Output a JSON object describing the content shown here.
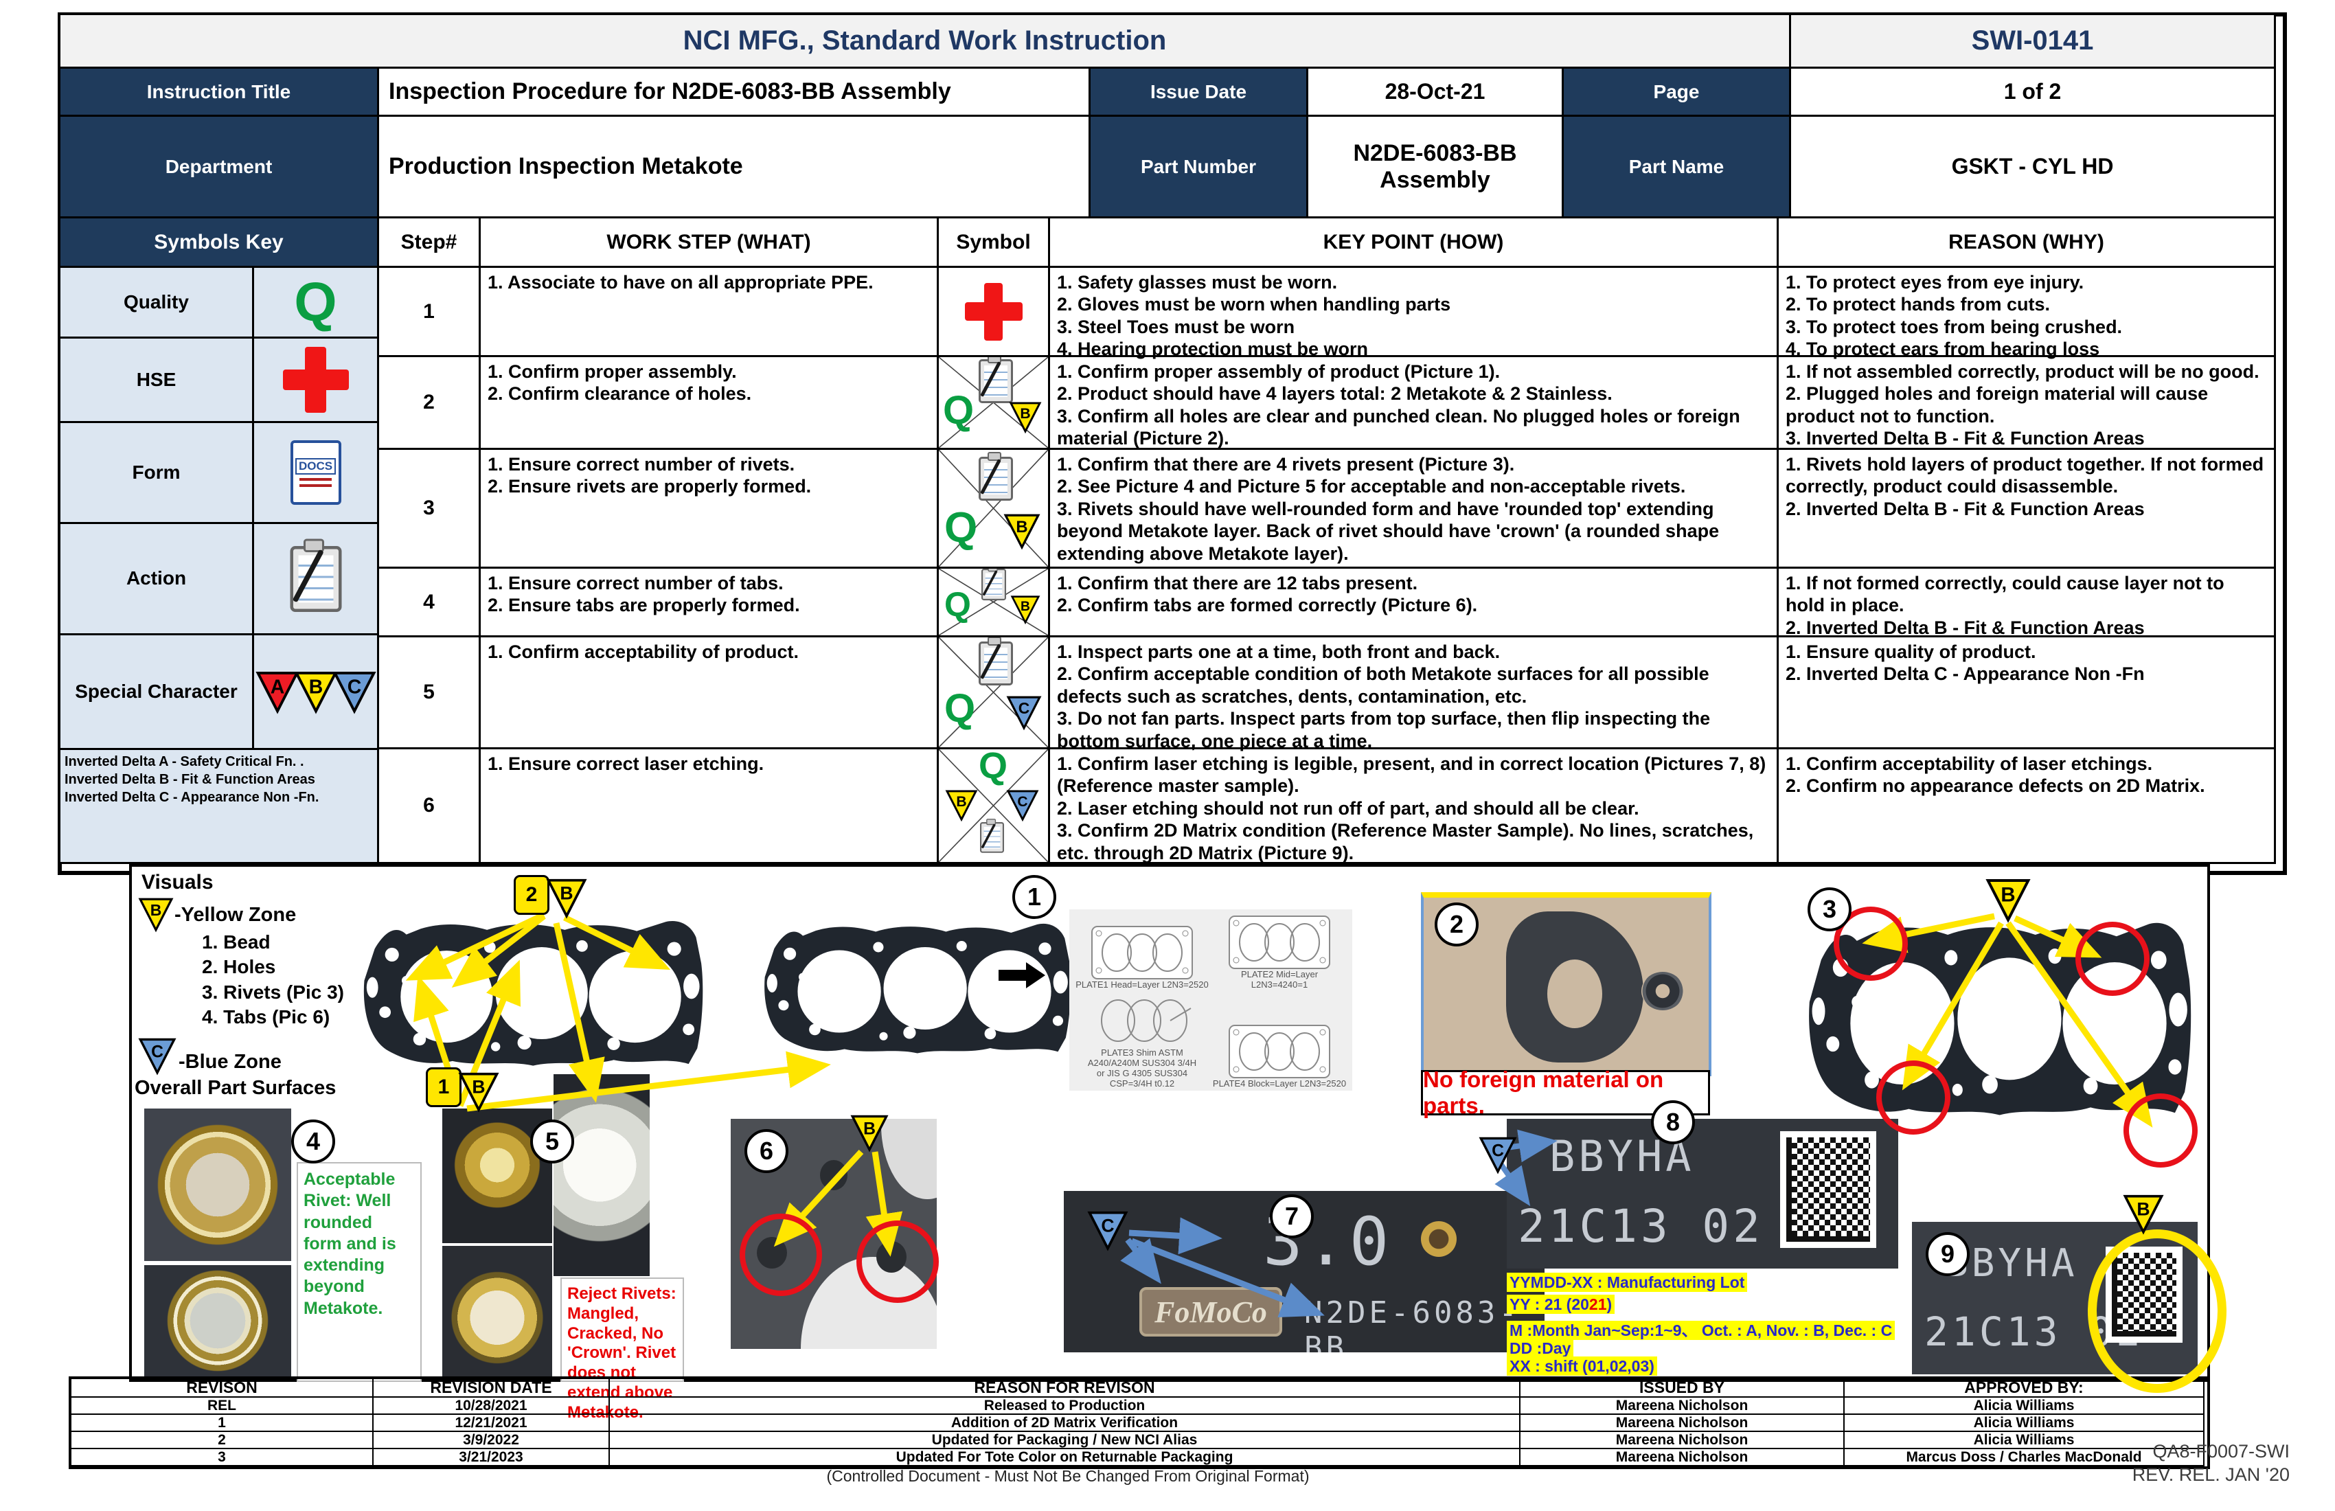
{
  "header": {
    "title": "NCI MFG., Standard Work Instruction",
    "doc_number": "SWI-0141"
  },
  "info": {
    "instruction_title_label": "Instruction Title",
    "instruction_title": "Inspection Procedure for N2DE-6083-BB Assembly",
    "issue_date_label": "Issue Date",
    "issue_date": "28-Oct-21",
    "page_label": "Page",
    "page": "1 of 2",
    "department_label": "Department",
    "department": "Production Inspection Metakote",
    "part_number_label": "Part Number",
    "part_number": "N2DE-6083-BB Assembly",
    "part_name_label": "Part Name",
    "part_name": "GSKT - CYL HD"
  },
  "table": {
    "symbols_key_header": "Symbols Key",
    "step_header": "Step#",
    "work_step_header": "WORK STEP (WHAT)",
    "symbol_header": "Symbol",
    "key_point_header": "KEY POINT (HOW)",
    "reason_header": "REASON (WHY)"
  },
  "symbols_key": {
    "rows": [
      {
        "label": "Quality",
        "icon": "green-q-icon"
      },
      {
        "label": "HSE",
        "icon": "red-cross-icon"
      },
      {
        "label": "Form",
        "icon": "docs-icon"
      },
      {
        "label": "Action",
        "icon": "clipboard-icon"
      },
      {
        "label": "Special Character",
        "icon": "abc-triangles-icon"
      }
    ],
    "q_letter": "Q",
    "docs_label": "DOCS",
    "tri_a": "A",
    "tri_b": "B",
    "tri_c": "C",
    "legend": "Inverted Delta A - Safety Critical Fn. .\nInverted Delta B - Fit & Function Areas\nInverted Delta C  - Appearance Non -Fn."
  },
  "steps": [
    {
      "num": "1",
      "work_step": "1. Associate to have on all appropriate PPE.",
      "key_point": "1. Safety glasses must be worn.\n2. Gloves must be worn when handling parts\n3. Steel Toes must be worn\n4. Hearing protection must be worn",
      "reason": "1. To protect eyes from eye injury.\n2. To protect hands from cuts.\n3. To protect toes from being crushed.\n4. To protect ears from hearing loss"
    },
    {
      "num": "2",
      "work_step": "1. Confirm proper assembly.\n2. Confirm clearance of holes.",
      "key_point": "1. Confirm proper assembly of product (Picture 1).\n2. Product should have 4 layers total: 2 Metakote & 2 Stainless.\n3. Confirm all holes are clear and punched clean. No plugged holes or foreign material (Picture 2).",
      "reason": "1. If not assembled correctly, product will be no good.\n2. Plugged holes and foreign material will cause product not to function.\n3. Inverted Delta B - Fit & Function Areas"
    },
    {
      "num": "3",
      "work_step": "1. Ensure correct number of rivets.\n2. Ensure rivets are properly formed.",
      "key_point": "1. Confirm that there are 4 rivets present (Picture 3).\n2. See Picture 4 and Picture 5 for acceptable and non-acceptable rivets.\n3. Rivets should have well-rounded form and have 'rounded top' extending beyond Metakote layer. Back of rivet should have 'crown' (a rounded shape extending above Metakote layer).",
      "reason": "1. Rivets hold layers of product together. If not formed correctly, product could disassemble.\n2. Inverted Delta B - Fit & Function Areas"
    },
    {
      "num": "4",
      "work_step": "1. Ensure correct number of tabs.\n2. Ensure tabs are properly formed.",
      "key_point": "1. Confirm that there are 12 tabs present.\n2. Confirm tabs are formed correctly (Picture 6).",
      "reason": "1. If not formed correctly, could cause layer not to hold in place.\n2. Inverted Delta B - Fit & Function Areas"
    },
    {
      "num": "5",
      "work_step": "1. Confirm acceptability of product.",
      "key_point": "1. Inspect parts one at a time, both front and back.\n2. Confirm acceptable condition of both Metakote surfaces for all possible defects such as scratches, dents, contamination, etc.\n3. Do not fan parts. Inspect parts from top surface, then flip inspecting the bottom surface, one piece at a time.",
      "reason": "1. Ensure quality of product.\n2. Inverted Delta C  - Appearance Non -Fn"
    },
    {
      "num": "6",
      "work_step": "1. Ensure correct laser etching.",
      "key_point": "1. Confirm laser etching is legible, present, and in correct location (Pictures 7, 8) (Reference master sample).\n2. Laser etching should not run off of part, and should all be clear.\n3. Confirm 2D Matrix condition (Reference Master Sample). No lines, scratches, etc. through 2D Matrix (Picture 9).",
      "reason": "1. Confirm acceptability of laser etchings.\n2. Confirm no appearance defects on 2D Matrix."
    }
  ],
  "visuals": {
    "heading": "Visuals",
    "yellow_zone_label": "-Yellow Zone",
    "yellow_zone_items": "1. Bead\n2. Holes\n3. Rivets (Pic 3)\n4. Tabs (Pic 6)",
    "blue_zone_label": "-Blue Zone",
    "blue_zone_sub": "Overall Part Surfaces",
    "badges": [
      "1",
      "2",
      "3",
      "4",
      "5",
      "6",
      "7",
      "8",
      "9"
    ],
    "ylabel_1": "1",
    "ylabel_2": "2",
    "plates": {
      "p1": "PLATE1 Head=Layer L2N3=2520",
      "p2": "PLATE2 Mid=Layer L2N3=4240=1",
      "p3": "PLATE3 Shim ASTM A240/A240M SUS304 3/4H\nor JIS G 4305 SUS304 CSP=3/4H t0.12",
      "p4": "PLATE4 Block=Layer L2N3=2520"
    },
    "no_foreign": "No foreign material on parts.",
    "acceptable_rivet": "Acceptable Rivet: Well rounded form and is extending beyond Metakote.",
    "reject_rivet": "Reject Rivets: Mangled, Cracked, No 'Crown'. Rivet does not extend above Metakote.",
    "etch": {
      "size": "3.0",
      "brand": "FoMoCo",
      "part": "N2DE-6083-BB",
      "lot_code": "BBYHA",
      "lot_line": "21C13 02"
    },
    "lot_legend": {
      "l1": "YYMDD-XX : Manufacturing Lot",
      "l2a": "YY : 21 (20",
      "l2b": "21",
      "l2c": ")",
      "l3": "M   :Month Jan~Sep:1~9、 Oct. : A, Nov. : B, Dec. : C",
      "l4": "DD  :Day",
      "l5": "XX : shift (01,02,03)"
    }
  },
  "revisions": {
    "h": {
      "rev": "REVISON",
      "date": "REVISION DATE",
      "reason": "REASON FOR REVISON",
      "issued": "ISSUED BY",
      "approved": "APPROVED BY:"
    },
    "rows": [
      {
        "rev": "REL",
        "date": "10/28/2021",
        "reason": "Released to Production",
        "issued": "Mareena Nicholson",
        "approved": "Alicia Williams"
      },
      {
        "rev": "1",
        "date": "12/21/2021",
        "reason": "Addition of 2D Matrix Verification",
        "issued": "Mareena Nicholson",
        "approved": "Alicia Williams"
      },
      {
        "rev": "2",
        "date": "3/9/2022",
        "reason": "Updated for Packaging / New NCI Alias",
        "issued": "Mareena Nicholson",
        "approved": "Alicia Williams"
      },
      {
        "rev": "3",
        "date": "3/21/2023",
        "reason": "Updated For Tote Color on Returnable Packaging",
        "issued": "Mareena Nicholson",
        "approved": "Marcus Doss / Charles MacDonald"
      }
    ]
  },
  "footer": {
    "controlled": "(Controlled Document - Must Not Be Changed From Original Format)",
    "form_number": "QA8-F0007-SWI",
    "rev_note": "REV. REL. JAN '20"
  },
  "colors": {
    "navy": "#1f3b5c",
    "header_text": "#1f3864",
    "key_bg": "#dce6f1",
    "green": "#0a9e42",
    "red": "#ee1c25",
    "yellow": "#ffe600",
    "blue": "#6b9cd6",
    "band_bg": "#f2f2f2"
  }
}
